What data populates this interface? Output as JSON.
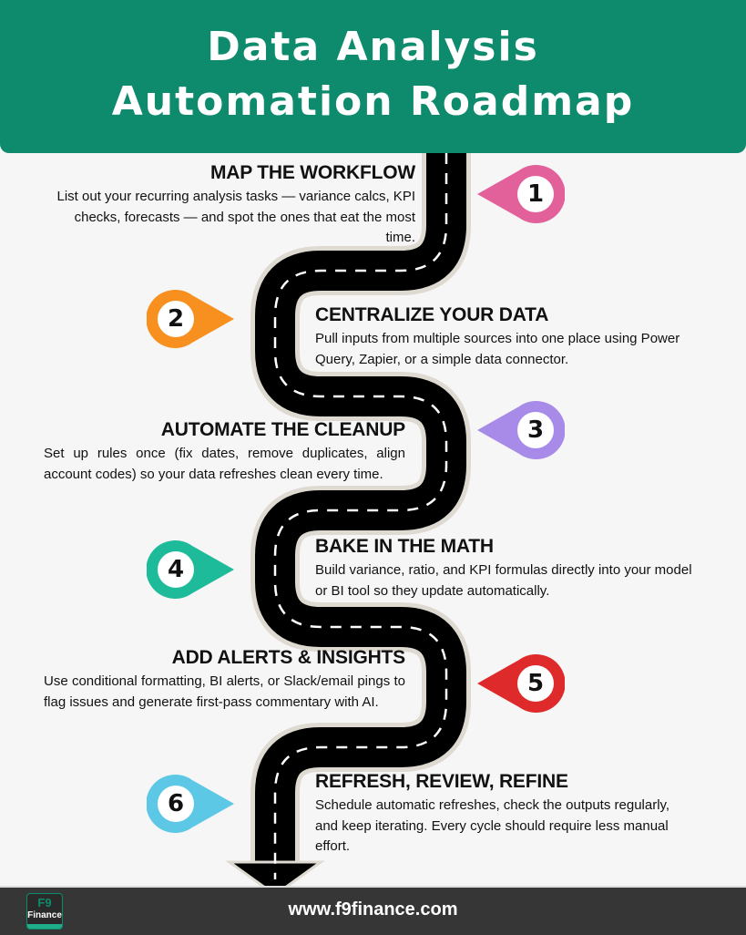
{
  "header": {
    "title_line1": "Data Analysis",
    "title_line2": "Automation Roadmap"
  },
  "steps": [
    {
      "number": "1",
      "title": "MAP THE WORKFLOW",
      "body": "List out your recurring analysis tasks — variance calcs, KPI checks, forecasts — and spot the ones that eat the most time.",
      "color": "#e2619b"
    },
    {
      "number": "2",
      "title": "CENTRALIZE YOUR DATA",
      "body": "Pull inputs from multiple sources into one place using Power Query, Zapier, or a simple data connector.",
      "color": "#f7901e"
    },
    {
      "number": "3",
      "title": "AUTOMATE THE CLEANUP",
      "body": "Set up rules once (fix dates, remove duplicates, align account codes) so your data refreshes clean every time.",
      "color": "#a88be8"
    },
    {
      "number": "4",
      "title": "BAKE IN THE MATH",
      "body": "Build variance, ratio, and KPI formulas directly into your model or BI tool so they update automatically.",
      "color": "#1dbb9a"
    },
    {
      "number": "5",
      "title": "ADD ALERTS & INSIGHTS",
      "body": "Use conditional formatting, BI alerts, or Slack/email pings to flag issues and generate first-pass commentary with AI.",
      "color": "#de2a2a"
    },
    {
      "number": "6",
      "title": "REFRESH, REVIEW, REFINE",
      "body": "Schedule automatic refreshes, check the outputs regularly, and keep iterating. Every cycle should require less manual effort.",
      "color": "#5cc8e6"
    }
  ],
  "footer": {
    "logo_top": "F9",
    "logo_bottom": "Finance",
    "url": "www.f9finance.com"
  }
}
